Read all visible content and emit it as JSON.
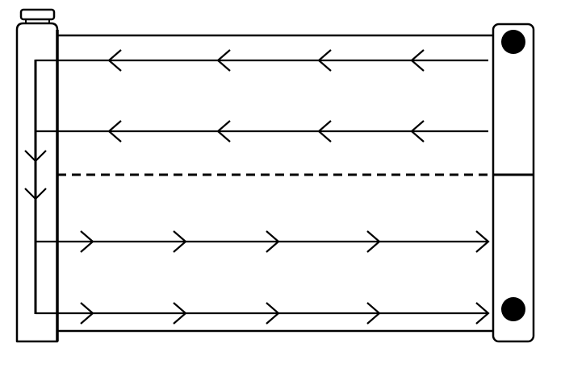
{
  "diagram": {
    "type": "cross-flow radiator flow diagram",
    "colors": {
      "stroke": "#000000",
      "background": "#ffffff"
    },
    "icons": [
      "filler-cap-icon",
      "arrow-left-icon",
      "arrow-right-icon",
      "arrow-down-icon",
      "port-circle-icon"
    ],
    "flow_rows": [
      {
        "direction": "left",
        "arrows": 4
      },
      {
        "direction": "left",
        "arrows": 4
      },
      {
        "direction": "right",
        "arrows": 5
      },
      {
        "direction": "right",
        "arrows": 5
      }
    ],
    "down_arrows": 2
  }
}
